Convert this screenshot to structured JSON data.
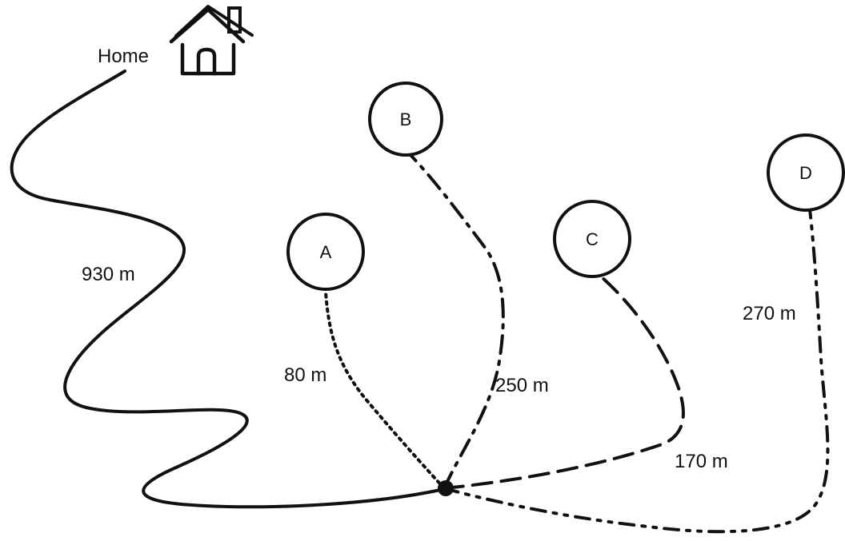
{
  "diagram": {
    "home_label": "Home",
    "nodes": {
      "a": "A",
      "b": "B",
      "c": "C",
      "d": "D"
    },
    "distances": {
      "home": "930 m",
      "a": "80 m",
      "b": "250 m",
      "c": "170 m",
      "d": "270 m"
    }
  },
  "colors": {
    "ink": "#111111",
    "background": "#ffffff"
  },
  "icons": {
    "home": "house-icon",
    "junction": "junction-dot"
  },
  "line_styles": {
    "home": "solid",
    "a": "dotted",
    "b": "dash-dot",
    "c": "dashed",
    "d": "dash-dot-dot"
  }
}
